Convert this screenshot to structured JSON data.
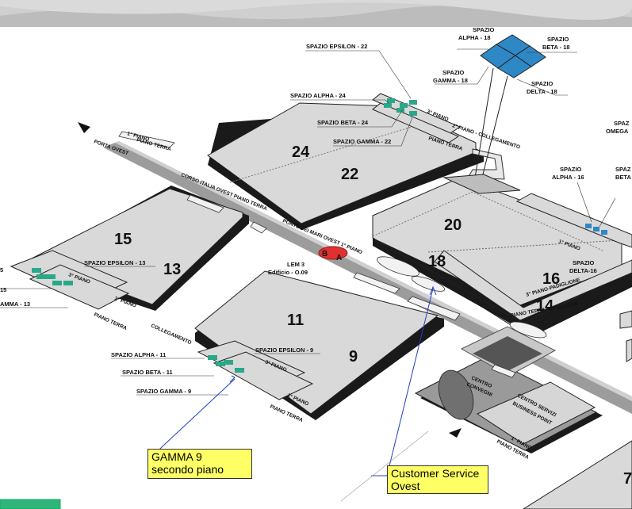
{
  "pavilions": {
    "p24": "24",
    "p22": "22",
    "p20": "20",
    "p18": "18",
    "p16": "16",
    "p15": "15",
    "p14": "14",
    "p13": "13",
    "p11": "11",
    "p9": "9",
    "p7": "7"
  },
  "labels": {
    "spazio_epsilon_22": "SPAZIO EPSILON - 22",
    "spazio_alpha_24": "SPAZIO ALPHA - 24",
    "spazio_beta_24": "SPAZIO BETA - 24",
    "spazio_gamma_22": "SPAZIO GAMMA - 22",
    "spazio_alpha_18_1": "SPAZIO",
    "spazio_alpha_18_2": "ALPHA - 18",
    "spazio_beta_18_1": "SPAZIO",
    "spazio_beta_18_2": "BETA - 18",
    "spazio_gamma_18_1": "SPAZIO",
    "spazio_gamma_18_2": "GAMMA - 18",
    "spazio_delta_18_1": "SPAZIO",
    "spazio_delta_18_2": "DELTA - 18",
    "spazio_omega_1": "SPAZ",
    "spazio_omega_2": "OMEGA",
    "spazio_alpha_16_1": "SPAZIO",
    "spazio_alpha_16_2": "ALPHA - 16",
    "spazio_beta_16_1": "SPAZ",
    "spazio_beta_16_2": "BETA",
    "spazio_delta_16_1": "SPAZIO",
    "spazio_delta_16_2": "DELTA-16",
    "spazio_epsilon_13": "SPAZIO EPSILON - 13",
    "spazio_15": "15",
    "spazio_5": "5",
    "spazio_gamma_13": "AMMA - 13",
    "lem3_1": "LEM 3",
    "lem3_2": "Edificio - O.09",
    "spazio_epsilon_9": "SPAZIO EPSILON - 9",
    "spazio_alpha_11": "SPAZIO ALPHA - 11",
    "spazio_beta_11": "SPAZIO BETA - 11",
    "spazio_gamma_9": "SPAZIO GAMMA - 9",
    "centro_congressi_1": "CENTRO",
    "centro_congressi_2": "CONVEGNI",
    "centro_servizi_1": "CENTRO SERVIZI",
    "centro_servizi_2": "BUSINESS POINT",
    "primo_piano": "1° PIANO",
    "piano_terra": "PIANO TERRA"
  },
  "roads": {
    "porta_ovest": "PORTA OVEST",
    "corso_italia": "CORSO ITALIA OVEST PIANO TERRA",
    "ponte_dei_mari": "PONTE DEI MARI OVEST 1° PIANO",
    "collegamento": "COLLEGAMENTO",
    "piano_terra_collegamento": "PIANO TERRA",
    "secondo_piano_collegamento": "2° PIANO - COLLEGAMENTO",
    "terzo_piano": "3° PIANO",
    "secondo_piano": "2° PIANO",
    "piano_terra": "PIANO TERRA",
    "primo_piano_ovest": "1° PIANO",
    "piano_terra_ovest": "PIANO TERRA",
    "terzo_piano_padiglione": "3° PIANO-PADIGLIONE",
    "piano_terra_padiglione": "PIANO TERRA-PADIGLIONE",
    "primo_piano_16": "1° PIANO"
  },
  "markers": {
    "b": "B",
    "a": "A"
  },
  "notes": {
    "gamma9_line1": "GAMMA 9",
    "gamma9_line2": "secondo piano",
    "cs_line1": "Customer Service",
    "cs_line2": "Ovest"
  },
  "colors": {
    "pavilion_fill": "#d9d9d9",
    "shadow": "#1a1a1a",
    "teal_space": "#2aa889",
    "blue_space": "#2f88c6",
    "note_bg": "#ffff66",
    "marker_red": "#e03030",
    "pointer_line": "#1f3fbf"
  }
}
